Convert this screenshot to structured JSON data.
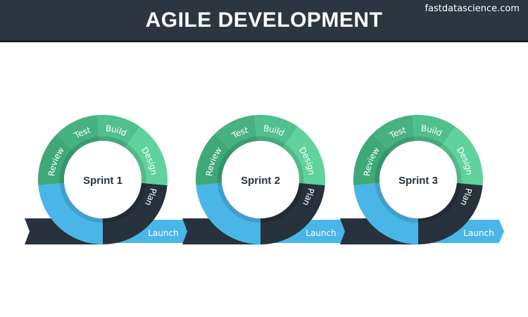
{
  "header": {
    "title": "AGILE DEVELOPMENT",
    "site": "fastdatascience.com"
  },
  "colors": {
    "header": "#2b3640",
    "review": "#3fa877",
    "test": "#47b17f",
    "build": "#50c08c",
    "design": "#5fd39b",
    "plan": "#27323d",
    "launch": "#4ab6e8"
  },
  "stage_labels": {
    "review": "Review",
    "test": "Test",
    "build": "Build",
    "design": "Design",
    "plan": "Plan",
    "launch": "Launch"
  },
  "sprints": [
    {
      "label": "Sprint 1"
    },
    {
      "label": "Sprint 2"
    },
    {
      "label": "Sprint 3"
    }
  ]
}
